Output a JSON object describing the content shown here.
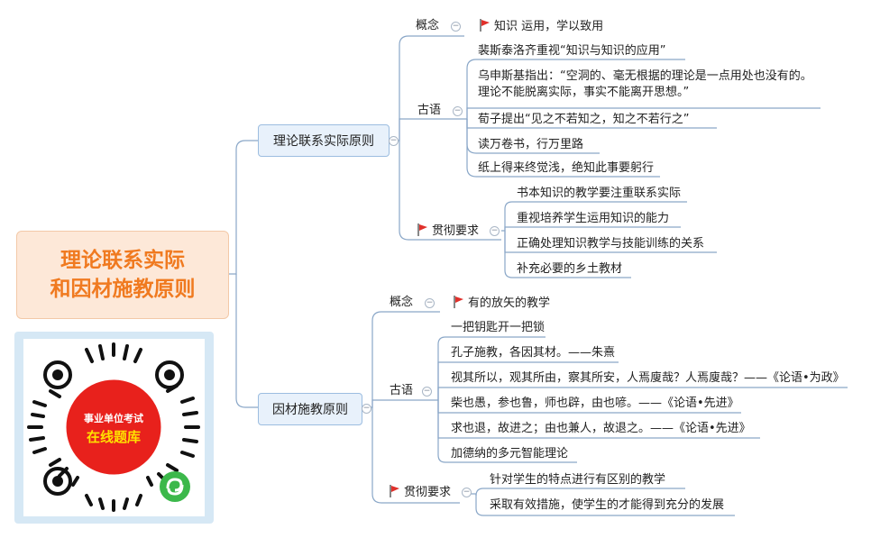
{
  "root": {
    "line1": "理论联系实际",
    "line2": "和因材施教原则"
  },
  "branch1": {
    "title": "理论联系实际原则",
    "concept": {
      "label": "概念",
      "text": "知识 运用，学以致用"
    },
    "ancient": {
      "label": "古语",
      "items": [
        "裴斯泰洛齐重视“知识与知识的应用”",
        "乌申斯基指出：“空洞的、毫无根据的理论是一点用处也没有的。",
        "理论不能脱离实际，事实不能离开思想。”",
        "荀子提出“见之不若知之，知之不若行之”",
        "读万卷书，行万里路",
        "纸上得来终觉浅，绝知此事要躬行"
      ]
    },
    "require": {
      "label": "贯彻要求",
      "items": [
        "书本知识的教学要注重联系实际",
        "重视培养学生运用知识的能力",
        "正确处理知识教学与技能训练的关系",
        "补充必要的乡土教材"
      ]
    }
  },
  "branch2": {
    "title": "因材施教原则",
    "concept": {
      "label": "概念",
      "text": "有的放矢的教学"
    },
    "ancient": {
      "label": "古语",
      "items": [
        "一把钥匙开一把锁",
        "孔子施教，各因其材。——朱熹",
        "视其所以，观其所由，察其所安，人焉廋哉？人焉廋哉？——《论语•为政》",
        "柴也愚，参也鲁，师也辟，由也喭。——《论语•先进》",
        "求也退，故进之；由也兼人，故退之。——《论语•先进》",
        "加德纳的多元智能理论"
      ]
    },
    "require": {
      "label": "贯彻要求",
      "items": [
        "针对学生的特点进行有区别的教学",
        "采取有效措施，使学生的才能得到充分的发展"
      ]
    }
  },
  "qr": {
    "line1": "事业单位考试",
    "line2": "在线题库"
  },
  "colors": {
    "line": "#7f9fc3",
    "flag": "#e0302b",
    "root_text": "#f07a20"
  }
}
